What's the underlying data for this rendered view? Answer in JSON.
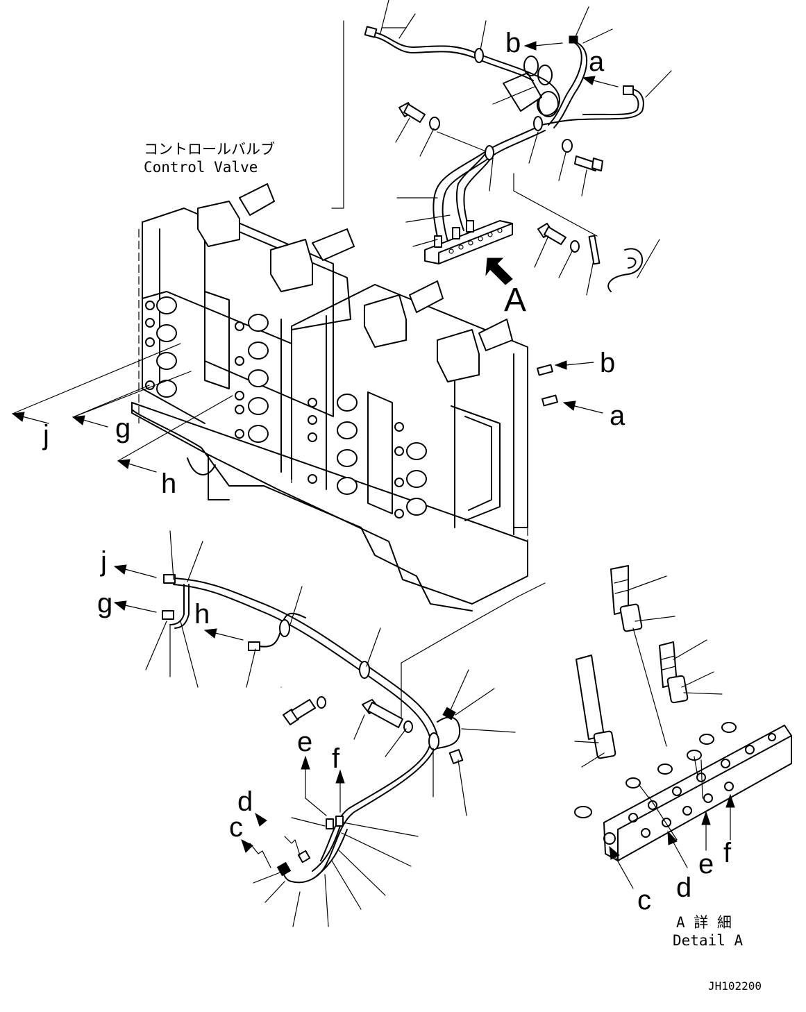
{
  "diagram": {
    "component_title_jp": "コントロールバルブ",
    "component_title_en": "Control Valve",
    "detail_title_jp": "A 詳 細",
    "detail_title_en": "Detail A",
    "view_marker": "A",
    "drawing_code": "JH102200",
    "connection_labels": {
      "a1": "a",
      "a2": "a",
      "b1": "b",
      "b2": "b",
      "c1": "c",
      "c2": "c",
      "d1": "d",
      "d2": "d",
      "e1": "e",
      "e2": "e",
      "f1": "f",
      "f2": "f",
      "g1": "g",
      "g2": "g",
      "h1": "h",
      "h2": "h",
      "j1": "j",
      "j2": "j"
    }
  }
}
